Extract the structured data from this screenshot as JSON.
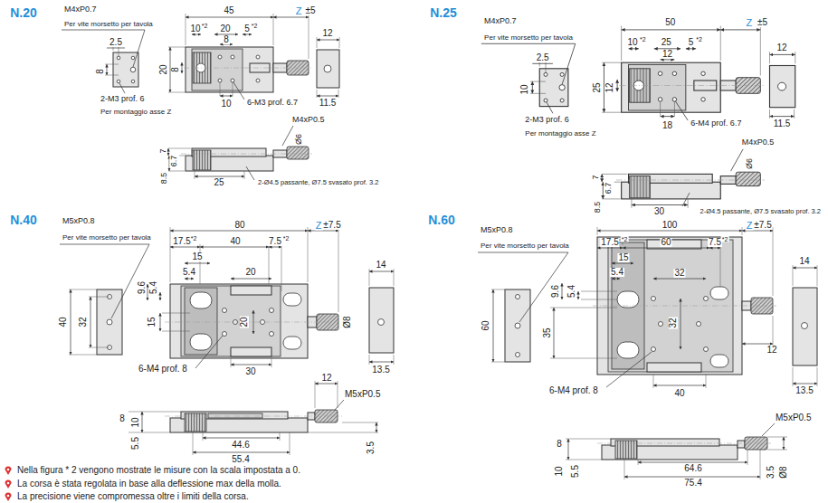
{
  "diagram": {
    "labels": [
      "N.20",
      "M4xP0.7",
      "Per vite morsetto per tavola",
      "2.5",
      "8",
      "2-M3 prof. 6",
      "Per montaggio asse Z",
      "45",
      "Z",
      "±5",
      "10",
      "*2",
      "20",
      "5",
      "*2",
      "8",
      "20",
      "8",
      "10",
      "6-M3 prof. 6.7",
      "12",
      "11.5",
      "M4xP0.5",
      "Ø6",
      "7",
      "6.7",
      "8.5",
      "25",
      "2-Ø4.5 passante, Ø7.5 svasato prof. 3.2",
      "N.25",
      "M4xP0.7",
      "Per vite morsetto per tavola",
      "2.5",
      "10",
      "2-M3 prof. 6",
      "Per montaggio asse Z",
      "50",
      "Z",
      "±5",
      "10",
      "*2",
      "25",
      "5",
      "*2",
      "12",
      "25",
      "12",
      "18",
      "6-M4 prof. 6.7",
      "12",
      "11.5",
      "M4xP0.5",
      "Ø6",
      "7",
      "6.7",
      "8.5",
      "30",
      "2-Ø4.5 passante, Ø7.5 svasato prof. 3.2",
      "N.40",
      "M5xP0.8",
      "Per vite morsetto per tavola",
      "40",
      "32",
      "80",
      "Z",
      "±7.5",
      "17.5",
      "*2",
      "40",
      "7.5",
      "*2",
      "15",
      "5.4",
      "20",
      "9.6",
      "5.4",
      "15",
      "20",
      "6-M4 prof. 8",
      "30",
      "14",
      "13.5",
      "Ø8",
      "12",
      "M5xP0.5",
      "8",
      "10",
      "5.5",
      "3.5",
      "44.6",
      "55.4",
      "N.60",
      "M5xP0.8",
      "Per vite morsetto per tavola",
      "60",
      "100",
      "Z",
      "±7.5",
      "17.5",
      "*2",
      "60",
      "7.5",
      "*2",
      "15",
      "5.4",
      "32",
      "9.6",
      "5.4",
      "35",
      "32",
      "12",
      "6-M4 prof. 8",
      "40",
      "14",
      "13.5",
      "M5xP0.5",
      "8",
      "10",
      "5.5",
      "3.5",
      "Ø8",
      "64.6",
      "75.4",
      "Nella figura * 2 vengono mostrate le misure con la scala impostata a 0.",
      "La corsa è stata regolata in base alla deflessione max della molla.",
      "La precisione viene compromessa oltre i limiti della corsa."
    ]
  }
}
